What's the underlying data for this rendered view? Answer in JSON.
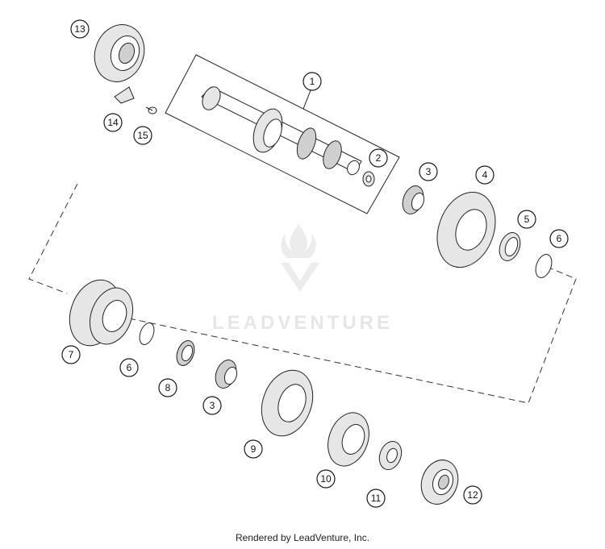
{
  "diagram": {
    "callouts": [
      {
        "id": "1",
        "label": "1"
      },
      {
        "id": "2",
        "label": "2"
      },
      {
        "id": "3a",
        "label": "3"
      },
      {
        "id": "4",
        "label": "4"
      },
      {
        "id": "5",
        "label": "5"
      },
      {
        "id": "6a",
        "label": "6"
      },
      {
        "id": "7",
        "label": "7"
      },
      {
        "id": "6b",
        "label": "6"
      },
      {
        "id": "8",
        "label": "8"
      },
      {
        "id": "3b",
        "label": "3"
      },
      {
        "id": "9",
        "label": "9"
      },
      {
        "id": "10",
        "label": "10"
      },
      {
        "id": "11",
        "label": "11"
      },
      {
        "id": "12",
        "label": "12"
      },
      {
        "id": "13",
        "label": "13"
      },
      {
        "id": "14",
        "label": "14"
      },
      {
        "id": "15",
        "label": "15"
      }
    ]
  },
  "watermark": {
    "text": "LEADVENTURE"
  },
  "footer": {
    "text": "Rendered by LeadVenture, Inc."
  }
}
